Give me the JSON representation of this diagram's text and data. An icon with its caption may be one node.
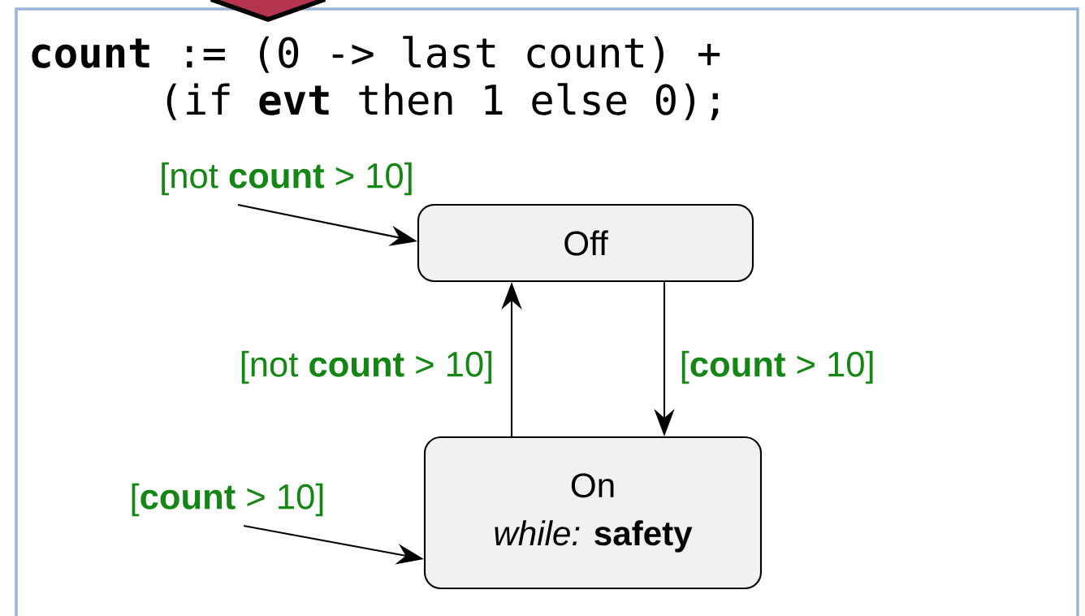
{
  "diagram": {
    "nodes": [
      {
        "text": [
          "Off"
        ]
      },
      {
        "text": [
          "On",
          "*while:* **safety**"
        ]
      }
    ],
    "edges": [
      {
        "from": null,
        "to": 0,
        "arrow": "to",
        "label": "[not **count** > 10]"
      },
      {
        "from": 0,
        "to": 1,
        "arrow": "to",
        "label": "[**count** > 10]"
      },
      {
        "from": 1,
        "to": 0,
        "arrow": "to",
        "label": "[not **count** > 10]"
      },
      {
        "from": null,
        "to": 1,
        "arrow": "to",
        "label": "[**count** > 10]"
      }
    ],
    "labels": [
      "**count** := (0 -> last count) +",
      "(if **evt** then 1 else 0);"
    ]
  }
}
